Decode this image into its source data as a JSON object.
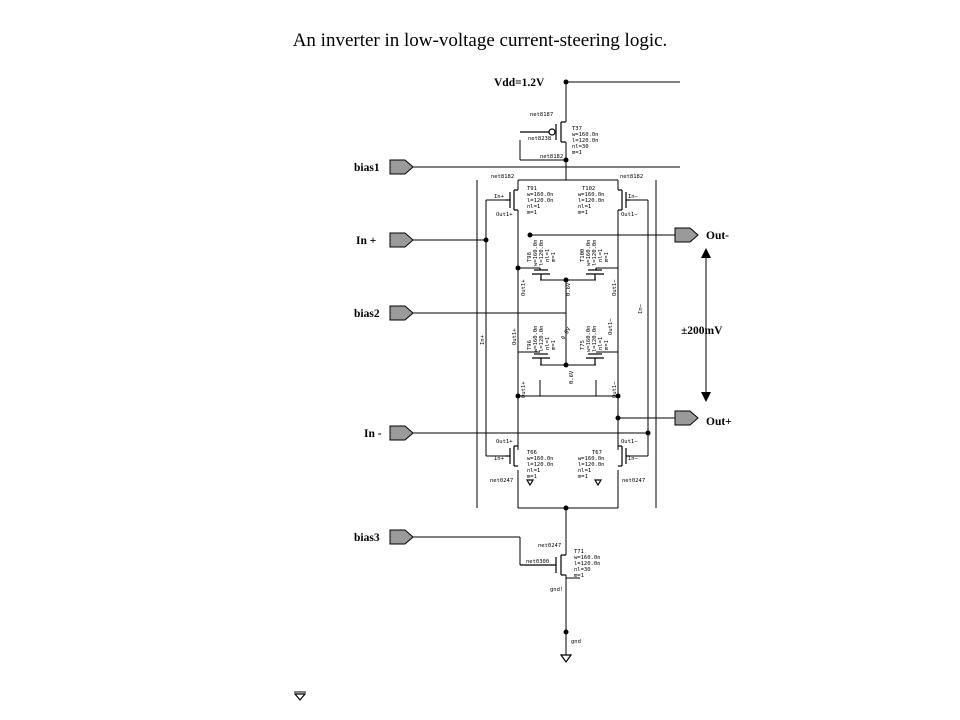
{
  "title": "An inverter in low-voltage current-steering logic.",
  "labels": {
    "vdd": "Vdd=1.2V",
    "bias1": "bias1",
    "in_plus": "In +",
    "bias2": "bias2",
    "in_minus": "In -",
    "bias3": "bias3",
    "out_minus": "Out-",
    "out_plus": "Out+",
    "swing": "±200mV"
  },
  "net_labels": {
    "net8187": "net8187",
    "net8238": "net8238",
    "net8182_a": "net8182",
    "net8182_b": "net8182",
    "net8182_c": "net8182",
    "in_plus_pin": "In+",
    "in_minus_pin": "In−",
    "out1_plus": "Out1+",
    "out1_minus": "Out1−",
    "net0247_a": "net0247",
    "net0247_b": "net0247",
    "net0247_c": "net0247",
    "net0300": "net0300",
    "gnd_bang": "gnd!",
    "gnd": "gnd",
    "v06_a": "0.6V",
    "v06_b": "0.6V"
  },
  "transistors": [
    {
      "name": "T37",
      "w": "w=160.0n",
      "l": "l=120.0n",
      "nl": "nl=30",
      "m": "m=1"
    },
    {
      "name": "T91",
      "w": "w=160.0n",
      "l": "l=120.0n",
      "nl": "nl=1",
      "m": "m=1"
    },
    {
      "name": "T102",
      "w": "w=160.0n",
      "l": "l=120.0n",
      "nl": "nl=1",
      "m": "m=1"
    },
    {
      "name": "T98",
      "w": "w=160.0n",
      "l": "l=120.0n",
      "nl": "nl=1",
      "m": "m=1"
    },
    {
      "name": "T100",
      "w": "w=160.0n",
      "l": "l=120.0n",
      "nl": "nl=1",
      "m": "m=1"
    },
    {
      "name": "T96",
      "w": "w=160.0n",
      "l": "l=120.0n",
      "nl": "nl=1",
      "m": "m=1"
    },
    {
      "name": "T75",
      "w": "w=160.0n",
      "l": "l=120.0n",
      "nl": "nl=1",
      "m": "m=1"
    },
    {
      "name": "T66",
      "w": "w=160.0n",
      "l": "l=120.0n",
      "nl": "nl=1",
      "m": "m=1"
    },
    {
      "name": "T67",
      "w": "w=160.0n",
      "l": "l=120.0n",
      "nl": "nl=1",
      "m": "m=1"
    },
    {
      "name": "T71",
      "w": "w=160.0n",
      "l": "l=120.0n",
      "nl": "nl=30",
      "m": "m=1"
    }
  ]
}
